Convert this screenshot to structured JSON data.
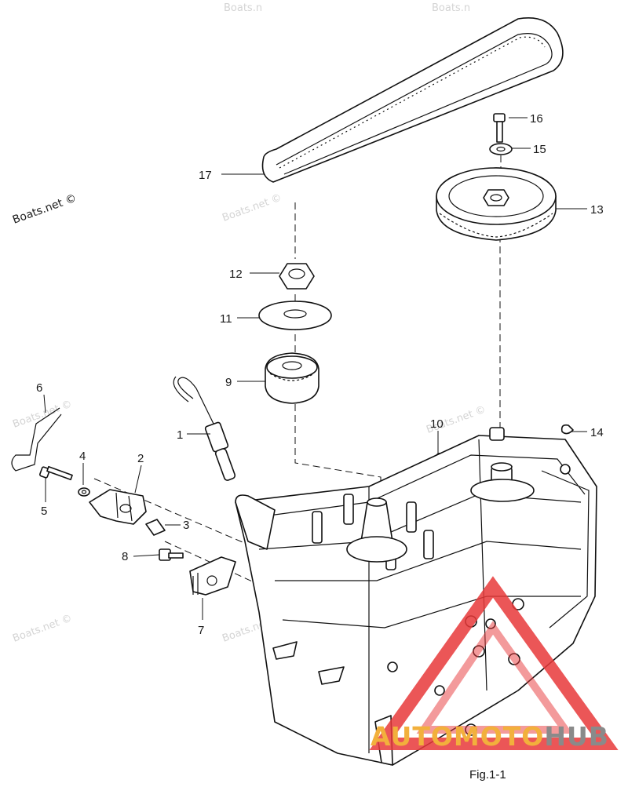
{
  "watermarks": {
    "site": "Boats.net ©",
    "site_top": "Boats.n",
    "site_top_right": "Boats.n"
  },
  "callouts": {
    "c1": "1",
    "c2": "2",
    "c3": "3",
    "c4": "4",
    "c5": "5",
    "c6": "6",
    "c7": "7",
    "c8": "8",
    "c9": "9",
    "c10": "10",
    "c11": "11",
    "c12": "12",
    "c13": "13",
    "c14": "14",
    "c15": "15",
    "c16": "16",
    "c17": "17"
  },
  "figure_label": "Fig.1-1",
  "brand": {
    "part_a": "AUTO",
    "part_b": "MOTO",
    "part_c": "HUB"
  },
  "colors": {
    "brand_orange": "#f2b03c",
    "brand_red": "#e8393a",
    "brand_gray": "#8a8a8a"
  }
}
